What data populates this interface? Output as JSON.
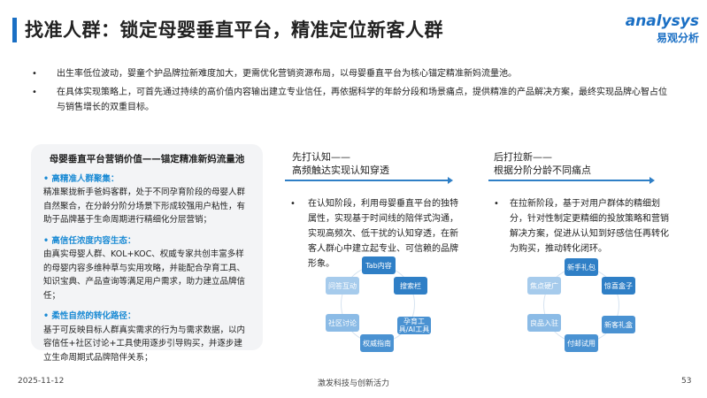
{
  "title": "找准人群：锁定母婴垂直平台，精准定位新客人群",
  "logo": {
    "en": "analysys",
    "cn": "易观分析"
  },
  "bullets": [
    "出生率低位波动，婴童个护品牌拉新难度加大，更需优化营销资源布局，以母婴垂直平台为核心锚定精准新妈流量池。",
    "在具体实现策略上，可首先通过持续的高价值内容输出建立专业信任，再依据科学的年龄分段和场景痛点，提供精准的产品解决方案，最终实现品牌心智占位与销售增长的双重目标。"
  ],
  "left_box": {
    "title": "母婴垂直平台营销价值——锚定精准新妈流量池",
    "sections": [
      {
        "heading": "• 高精准人群聚集：",
        "text": "精准聚拢新手爸妈客群，处于不同孕育阶段的母婴人群自然聚合，在分龄分阶分场景下形成较强用户粘性，有助于品牌基于生命周期进行精细化分层营销；"
      },
      {
        "heading": "• 高信任浓度内容生态：",
        "text": "由真实母婴人群、KOL+KOC、权威专家共创丰富多样的母婴内容多维种草与实用攻略，并能配合孕育工具、知识宝典、产品查询等满足用户需求，助力建立品牌信任；"
      },
      {
        "heading": "• 柔性自然的转化路径：",
        "text": "基于可反映目标人群真实需求的行为与需求数据，以内容信任+社区讨论+工具使用逐步引导购买，并逐步建立生命周期式品牌陪伴关系；"
      }
    ]
  },
  "middle": {
    "heading1": "先打认知——",
    "heading2": "高频触达实现认知穿透",
    "text": "在认知阶段，利用母婴垂直平台的独特属性，实现基于时间线的陪伴式沟通，实现高频次、低干扰的认知穿透，在新客人群心中建立起专业、可信赖的品牌形象。",
    "nodes": [
      "Tab内容",
      "搜索栏",
      "孕育工具/AI工具",
      "权威指南",
      "社区讨论",
      "问答互动"
    ]
  },
  "right": {
    "heading1": "后打拉新——",
    "heading2": "根据分阶分龄不同痛点",
    "text": "在拉新阶段，基于对用户群体的精细划分，针对性制定更精细的投放策略和营销解决方案，促进从认知到好感信任再转化为购买，推动转化闭环。",
    "nodes": [
      "新手礼包",
      "惊喜盒子",
      "新客礼盒",
      "付邮试用",
      "良品入驻",
      "焦点硬广"
    ]
  },
  "footer": {
    "date": "2025-11-12",
    "center": "激发科技与创新活力",
    "page": "53"
  },
  "colors": {
    "accent": "#1a6fc4"
  }
}
